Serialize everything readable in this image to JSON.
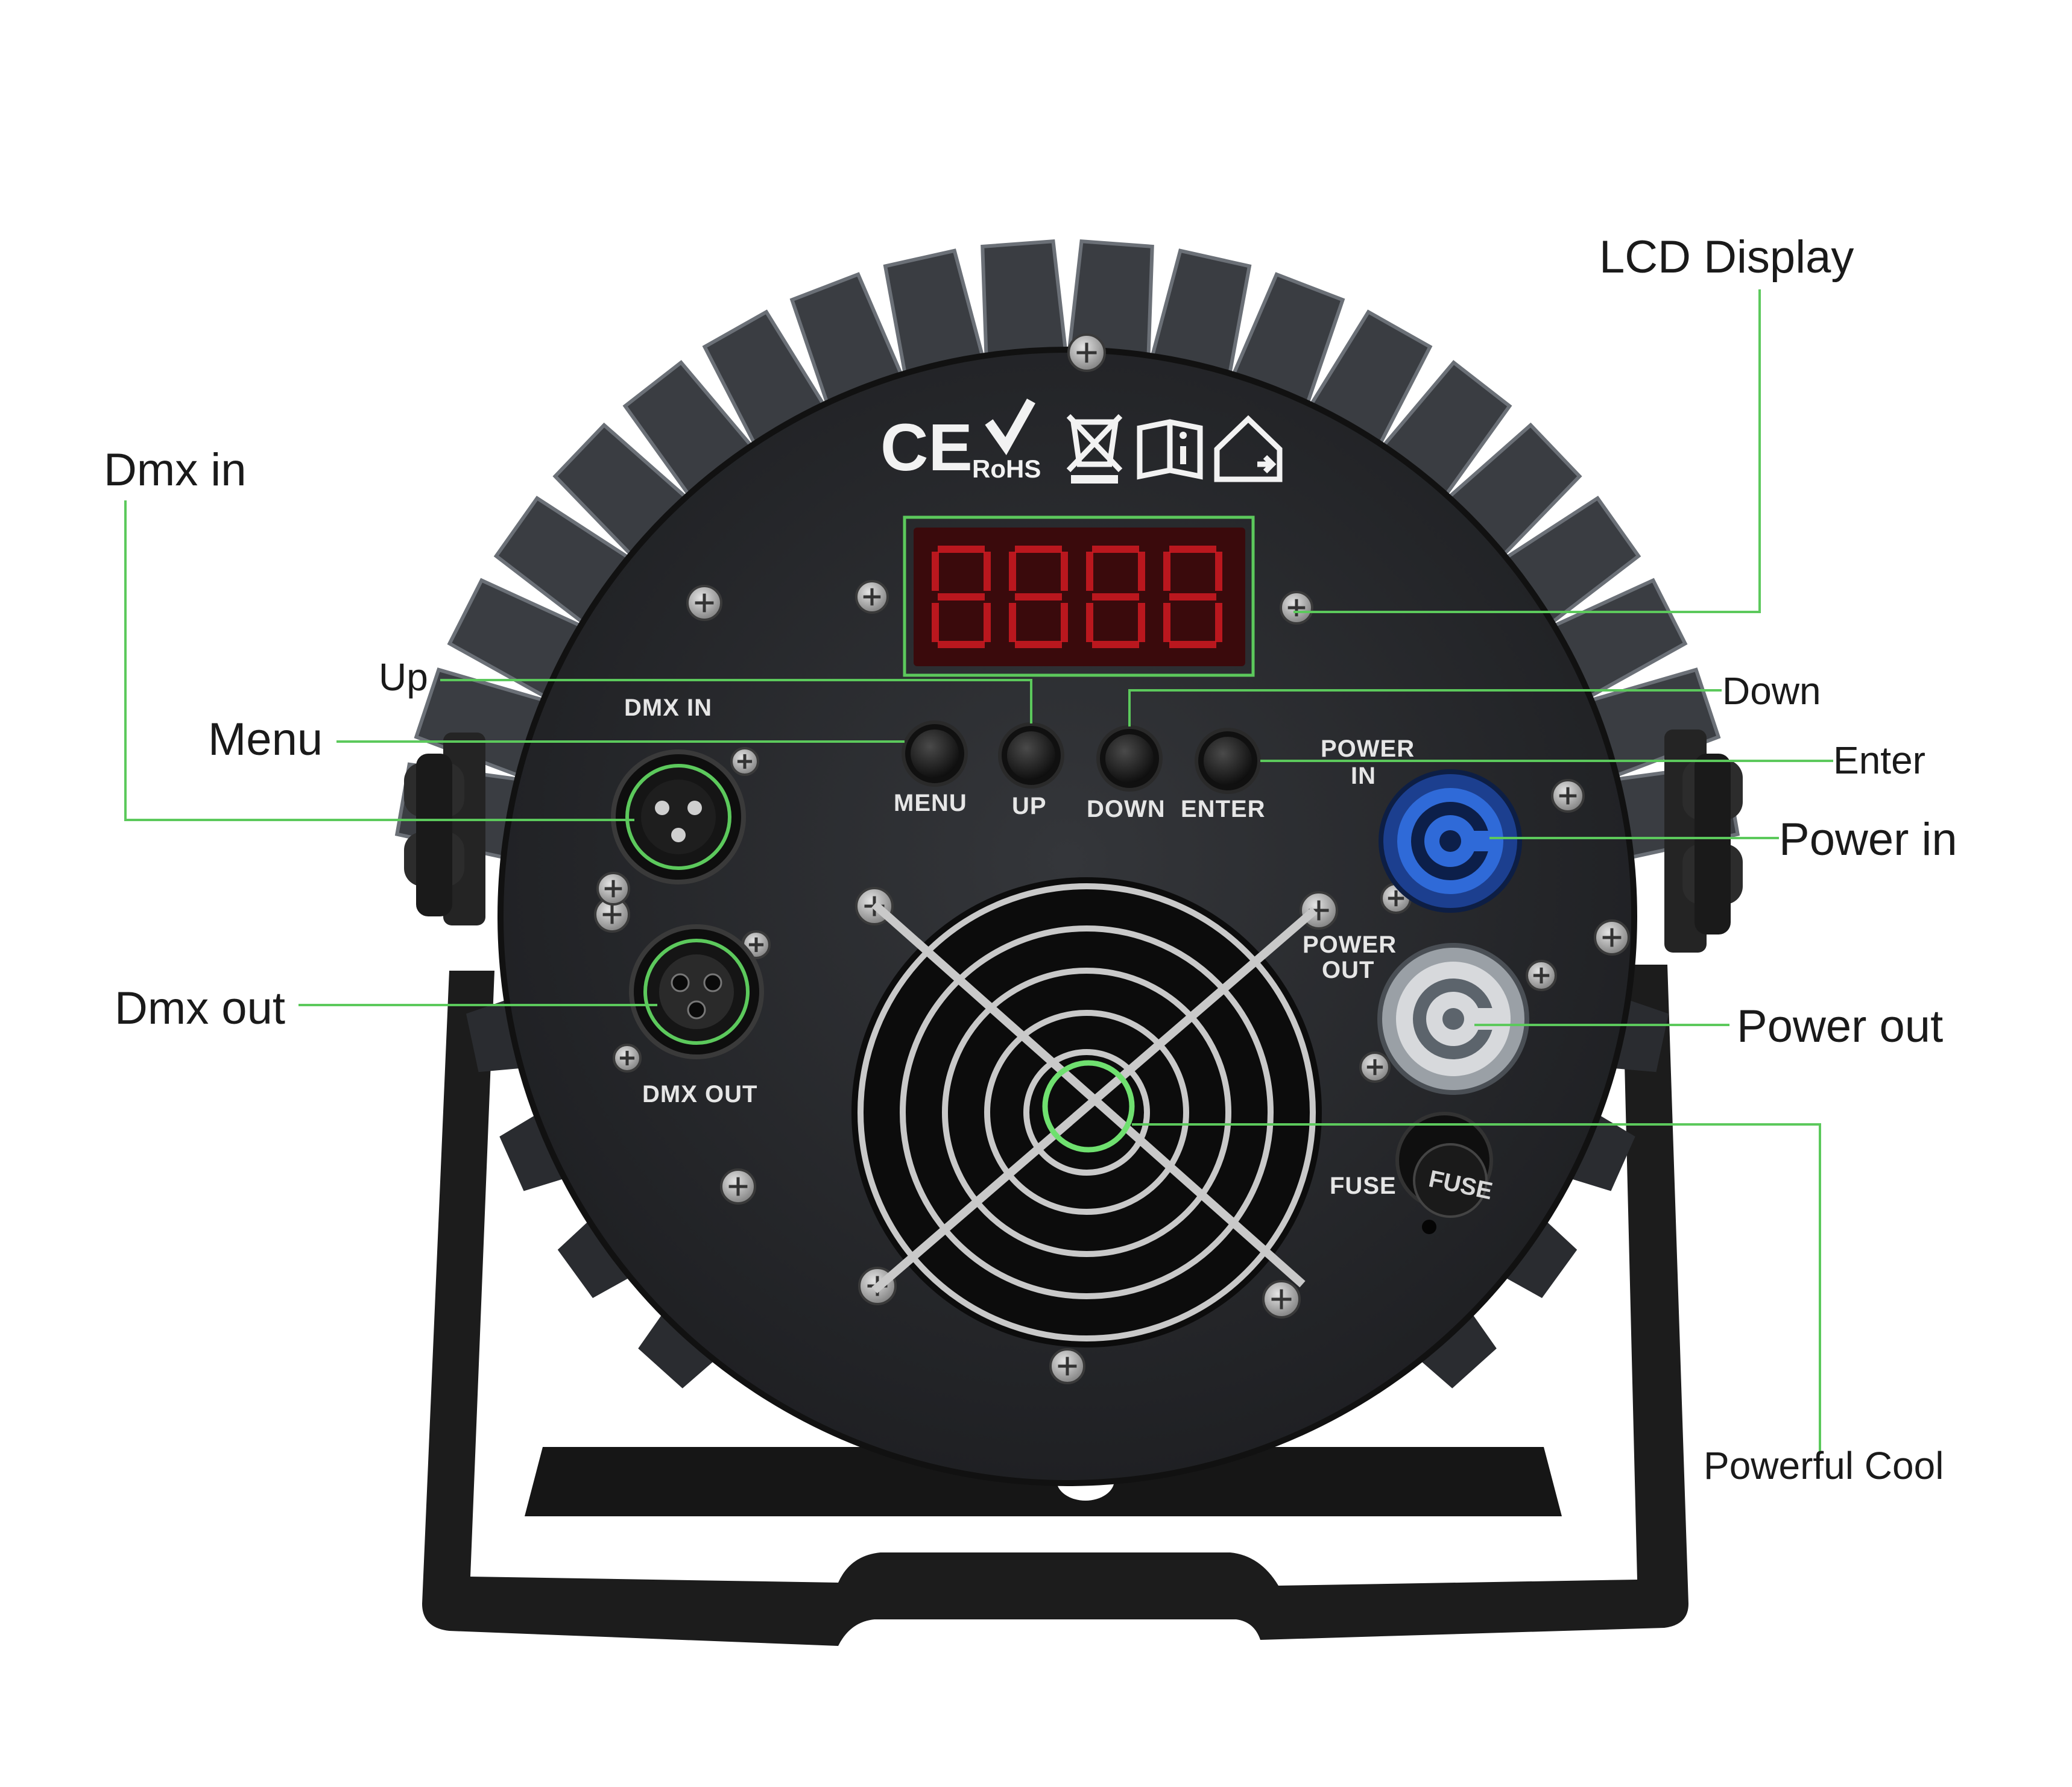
{
  "colors": {
    "leader": "#5cc95c",
    "highlight": "#6fe06f",
    "panel": "#2b2d30",
    "fins": "#3a3d42",
    "bracket": "#1c1c1c",
    "display_bg": "#3a0a0c",
    "display_digit": "#d11a22",
    "power_in_connector": "#2f6ad8",
    "power_out_connector": "#d7d9dc"
  },
  "callouts": {
    "lcd_display": "LCD Display",
    "dmx_in": "Dmx in",
    "up": "Up",
    "menu": "Menu",
    "down": "Down",
    "enter": "Enter",
    "power_in": "Power in",
    "dmx_out": "Dmx out",
    "power_out": "Power out",
    "powerful_cool": "Powerful Cool"
  },
  "panel_labels": {
    "dmx_in": "DMX IN",
    "dmx_out": "DMX OUT",
    "menu": "MENU",
    "up": "UP",
    "down": "DOWN",
    "enter": "ENTER",
    "power_in_line1": "POWER",
    "power_in_line2": "IN",
    "power_out_line1": "POWER",
    "power_out_line2": "OUT",
    "fuse": "FUSE",
    "fuse_cap": "FUSE"
  },
  "certifications": {
    "ce": "CE",
    "rohs": "RoHS"
  },
  "icons": [
    "ce-mark-icon",
    "rohs-check-icon",
    "weee-bin-icon",
    "manual-book-icon",
    "indoor-use-house-icon"
  ]
}
